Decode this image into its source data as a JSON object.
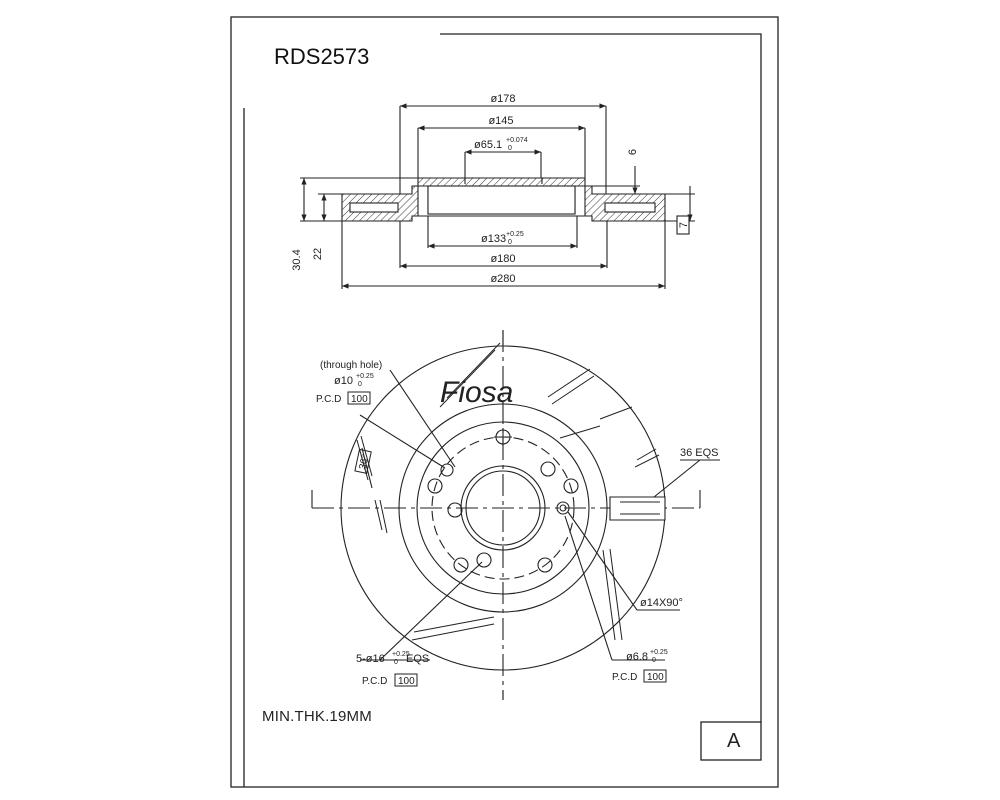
{
  "part_number": "RDS2573",
  "min_thickness_note": "MIN.THK.19MM",
  "revision": "A",
  "watermark": "Fiosa",
  "side_view": {
    "dim_178": "ø178",
    "dim_145": "ø145",
    "dim_65": "ø65.1",
    "dim_65_tol_upper": "+0.074",
    "dim_65_tol_lower": "0",
    "dim_133": "ø133",
    "dim_133_tol_upper": "+0.25",
    "dim_133_tol_lower": "0",
    "dim_180": "ø180",
    "dim_280": "ø280",
    "dim_6": "6",
    "dim_7": "7",
    "dim_30_4": "30.4",
    "dim_22": "22"
  },
  "front_view": {
    "through_hole_label": "(through hole)",
    "through_hole_dia": "ø10",
    "through_hole_tol_upper": "+0.25",
    "through_hole_tol_lower": "0",
    "pcd_label_1": "P.C.D",
    "pcd_value_1": "100",
    "slot_angle": "36°",
    "eqs_36": "36 EQS",
    "chamfer": "ø14X90°",
    "bolt_holes": "5-ø16",
    "bolt_holes_tol_upper": "+0.25",
    "bolt_holes_tol_lower": "0",
    "bolt_holes_suffix": "EQS",
    "pcd_label_2": "P.C.D",
    "pcd_value_2": "100",
    "small_hole": "ø6.8",
    "small_hole_tol_upper": "+0.25",
    "small_hole_tol_lower": "0",
    "pcd_label_3": "P.C.D",
    "pcd_value_3": "100"
  }
}
